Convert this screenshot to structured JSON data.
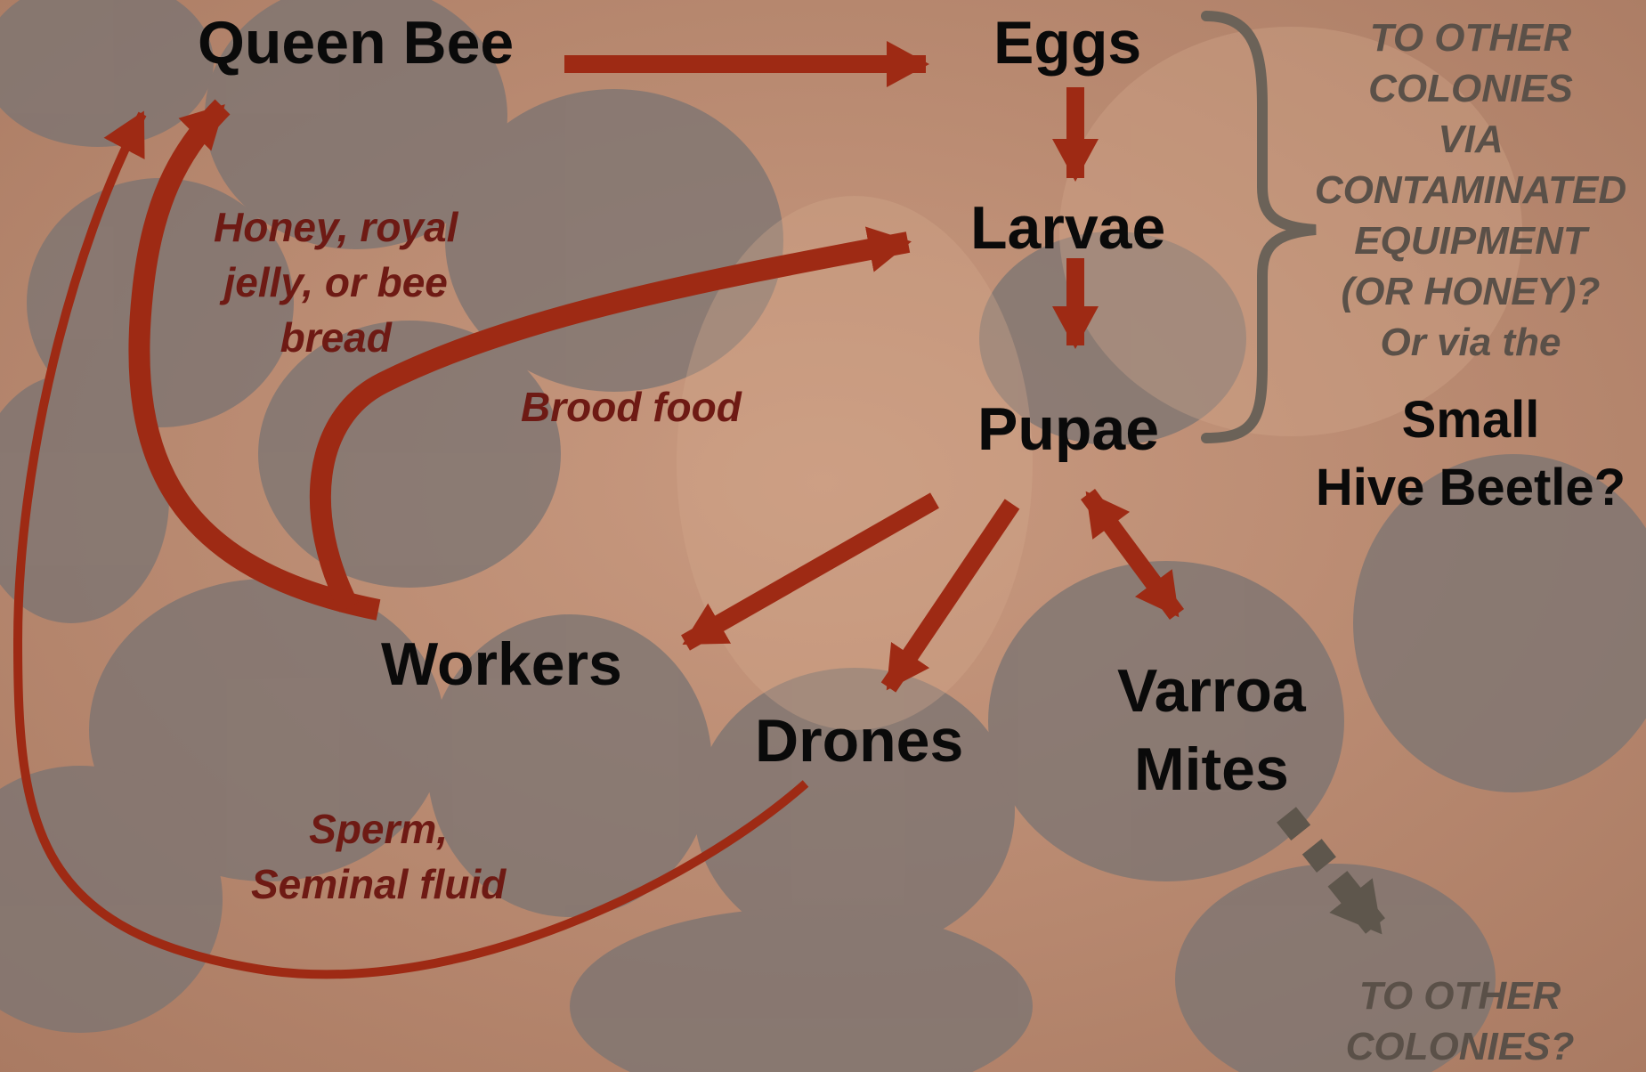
{
  "nodes": {
    "queen_bee": "Queen Bee",
    "eggs": "Eggs",
    "larvae": "Larvae",
    "pupae": "Pupae",
    "workers": "Workers",
    "drones": "Drones",
    "varroa_line1": "Varroa",
    "varroa_line2": "Mites"
  },
  "edge_labels": {
    "honey_line1": "Honey, royal",
    "honey_line2": "jelly, or bee",
    "honey_line3": "bread",
    "brood_food": "Brood food",
    "sperm_line1": "Sperm,",
    "sperm_line2": "Seminal fluid"
  },
  "transmission_note": {
    "line1": "TO OTHER",
    "line2": "COLONIES",
    "line3": "VIA",
    "line4": "CONTAMINATED",
    "line5": "EQUIPMENT",
    "line6": "(OR HONEY)?",
    "line7": "Or via the",
    "beetle_line1": "Small",
    "beetle_line2": "Hive Beetle?"
  },
  "mite_note": {
    "line1": "TO OTHER",
    "line2": "COLONIES?"
  },
  "colors": {
    "arrow": "#9e2a14",
    "bracket": "#6b6258",
    "dotted_arrow": "#5e564c",
    "label": "#6e1a14"
  }
}
